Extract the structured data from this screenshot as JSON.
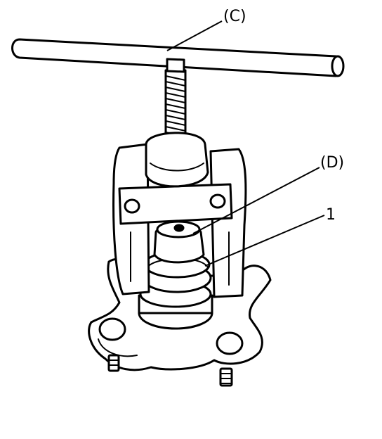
{
  "labels": {
    "c": "(C)",
    "d": "(D)",
    "one": "1"
  },
  "ink_color": "#000000",
  "paper_color": "#ffffff"
}
